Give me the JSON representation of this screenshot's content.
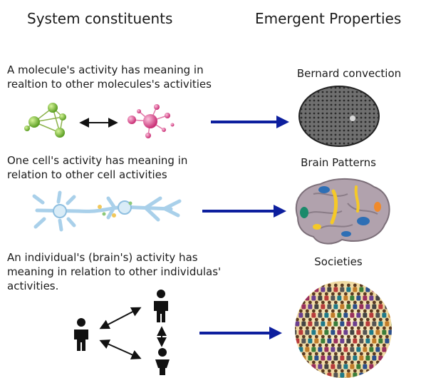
{
  "headers": {
    "left": "System constituents",
    "right": "Emergent Properties"
  },
  "rows": [
    {
      "description": "A molecule's activity has meaning in\nrealtion to other molecules's activities",
      "property": "Bernard convection"
    },
    {
      "description": "One cell's activity has meaning in\nrelation to other cell activities",
      "property": "Brain Patterns"
    },
    {
      "description": "An individual's (brain's) activity has\nmeaning in relation to other individulas'\nactivities.",
      "property": "Societies"
    }
  ],
  "colors": {
    "arrow": "#0d1f9e",
    "molecule_green": "#7cc540",
    "molecule_pink": "#e14a8c",
    "neuron": "#9fc9e6",
    "brain": "#b1a2ad",
    "society_bg": "#f3e3b4"
  },
  "icons": [
    "molecule-green-icon",
    "molecule-pink-icon",
    "neuron-icon",
    "convection-cell-icon",
    "brain-icon",
    "person-icon",
    "crowd-icon"
  ]
}
